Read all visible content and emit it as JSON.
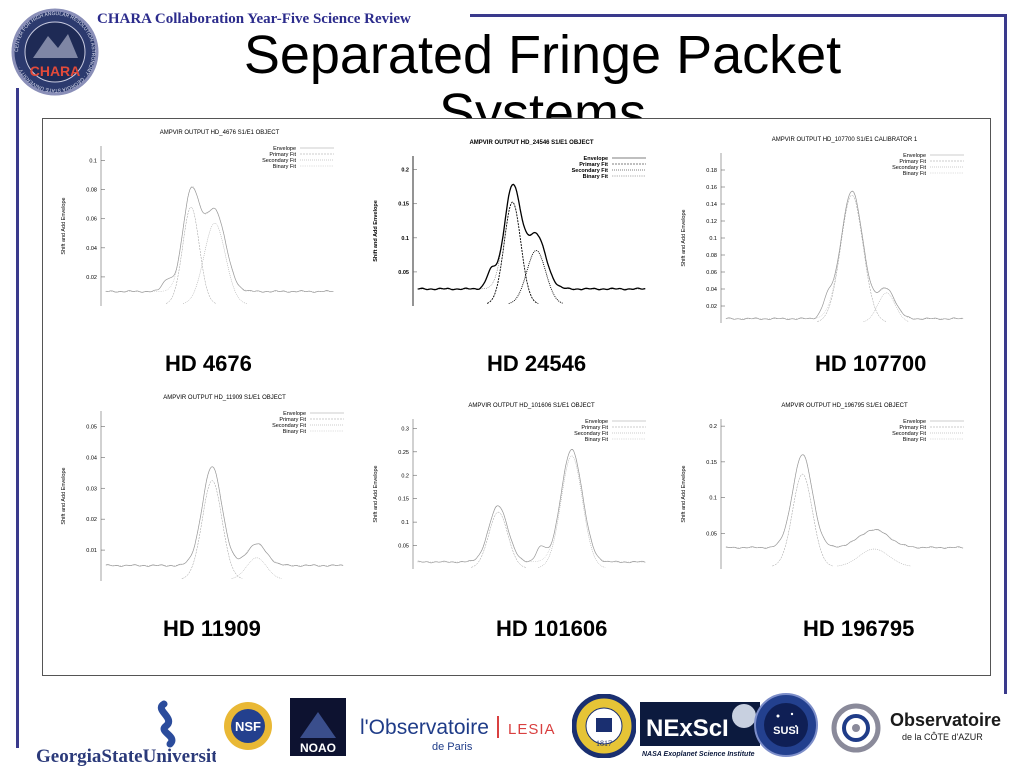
{
  "header": {
    "review_text": "CHARA Collaboration Year-Five Science Review",
    "title": "Separated Fringe Packet Systems",
    "seal_label": "CHARA",
    "seal_ring_text": "CENTER FOR HIGH ANGULAR RESOLUTION ASTRONOMY · GEORGIA STATE UNIVERSITY ·"
  },
  "legend_labels": [
    "Envelope",
    "Primary Fit",
    "Secondary Fit",
    "Binary Fit"
  ],
  "ylabel": "Shift and Add Envelope",
  "colors": {
    "frame": "#3a3a8c",
    "header_text": "#2c2c8c",
    "curve_light": "#999999",
    "curve_dark": "#000000"
  },
  "chart_data": [
    {
      "type": "line",
      "star": "HD 4676",
      "title": "AMPVIR OUTPUT HD_4676 S1/E1 OBJECT",
      "ylabel": "Shift and Add Envelope",
      "ylim": [
        0,
        0.11
      ],
      "yticks": [
        0.02,
        0.04,
        0.06,
        0.08,
        0.1
      ],
      "baseline": 0.01,
      "primary": {
        "center": 0.38,
        "width": 0.035,
        "amp": 0.067
      },
      "secondary": {
        "center": 0.48,
        "width": 0.045,
        "amp": 0.056
      },
      "extra": [
        {
          "center": 0.28,
          "width": 0.02,
          "amp": 0.008
        }
      ],
      "style": "light"
    },
    {
      "type": "line",
      "star": "HD 24546",
      "title": "AMPVIR OUTPUT HD_24546 S1/E1 OBJECT",
      "ylabel": "Shift and Add Envelope",
      "ylim": [
        0,
        0.22
      ],
      "yticks": [
        0.05,
        0.1,
        0.15,
        0.2
      ],
      "baseline": 0.025,
      "primary": {
        "center": 0.42,
        "width": 0.035,
        "amp": 0.15
      },
      "secondary": {
        "center": 0.52,
        "width": 0.04,
        "amp": 0.079
      },
      "extra": [
        {
          "center": 0.33,
          "width": 0.02,
          "amp": 0.025
        }
      ],
      "style": "dark"
    },
    {
      "type": "line",
      "star": "HD 107700",
      "title": "AMPVIR OUTPUT HD_107700 S1/E1 CALIBRATOR 1",
      "ylabel": "Shift and Add Envelope",
      "ylim": [
        0,
        0.2
      ],
      "yticks": [
        0.02,
        0.04,
        0.06,
        0.08,
        0.1,
        0.12,
        0.14,
        0.16,
        0.18
      ],
      "baseline": 0.005,
      "primary": {
        "center": 0.53,
        "width": 0.045,
        "amp": 0.15
      },
      "secondary": {
        "center": 0.67,
        "width": 0.035,
        "amp": 0.035
      },
      "extra": [
        {
          "center": 0.43,
          "width": 0.02,
          "amp": 0.018
        }
      ],
      "style": "light"
    },
    {
      "type": "line",
      "star": "HD 11909",
      "title": "AMPVIR OUTPUT HD_11909 S1/E1 OBJECT",
      "ylabel": "Shift and Add Envelope",
      "ylim": [
        0,
        0.055
      ],
      "yticks": [
        0.01,
        0.02,
        0.03,
        0.04,
        0.05
      ],
      "baseline": 0.005,
      "primary": {
        "center": 0.45,
        "width": 0.04,
        "amp": 0.032
      },
      "secondary": {
        "center": 0.63,
        "width": 0.04,
        "amp": 0.007
      },
      "extra": [],
      "style": "light"
    },
    {
      "type": "line",
      "star": "HD 101606",
      "title": "AMPVIR OUTPUT HD_101606 S1/E1 OBJECT",
      "ylabel": "Shift and Add Envelope",
      "ylim": [
        0,
        0.32
      ],
      "yticks": [
        0.05,
        0.1,
        0.15,
        0.2,
        0.25,
        0.3
      ],
      "baseline": 0.015,
      "primary": {
        "center": 0.36,
        "width": 0.04,
        "amp": 0.12
      },
      "secondary": {
        "center": 0.67,
        "width": 0.045,
        "amp": 0.24
      },
      "extra": [
        {
          "center": 0.54,
          "width": 0.02,
          "amp": 0.03
        }
      ],
      "style": "light"
    },
    {
      "type": "line",
      "star": "HD 196795",
      "title": "AMPVIR OUTPUT HD_196795 S1/E1 OBJECT",
      "ylabel": "Shift and Add Envelope",
      "ylim": [
        0,
        0.21
      ],
      "yticks": [
        0.05,
        0.1,
        0.15,
        0.2
      ],
      "baseline": 0.03,
      "primary": {
        "center": 0.33,
        "width": 0.04,
        "amp": 0.13
      },
      "secondary": {
        "center": 0.62,
        "width": 0.06,
        "amp": 0.025
      },
      "extra": [],
      "style": "light"
    }
  ],
  "logos": {
    "gsu": "GeorgiaStateUniversity",
    "nsf": "NSF",
    "noao": "NOAO",
    "obs_paris_main": "l'Observatoire",
    "obs_paris_sub": "de Paris",
    "lesia": "LESIA",
    "michigan_year": "1817",
    "nexsci": "NExScI",
    "nexsci_sub": "NASA Exoplanet Science Institute",
    "susi": "SUSI",
    "oca_main": "Observatoire",
    "oca_sub": "de la CÔTE d'AZUR"
  }
}
